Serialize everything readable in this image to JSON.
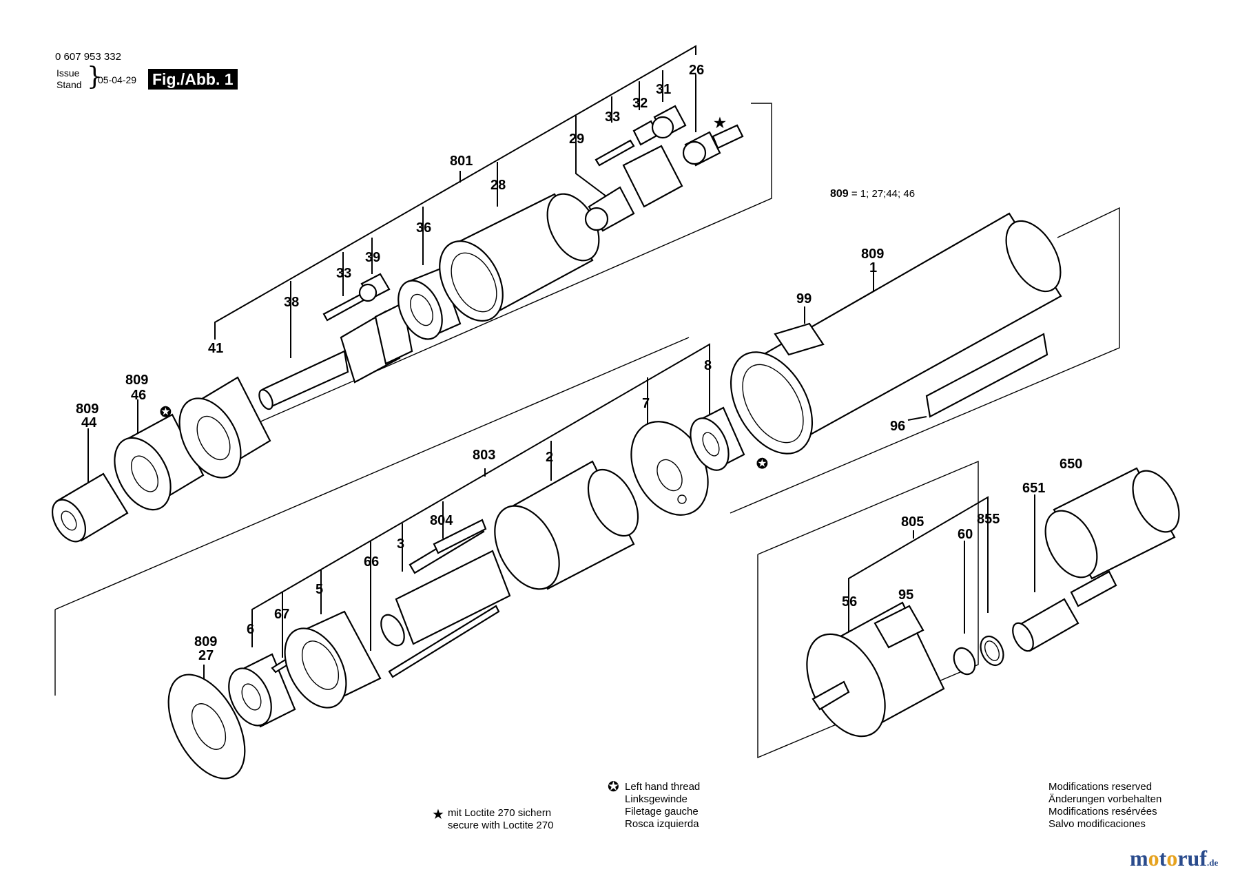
{
  "header": {
    "part_number": "0 607 953 332",
    "issue_label": "Issue",
    "stand_label": "Stand",
    "date": "05-04-29",
    "figure_label": "Fig./Abb. 1"
  },
  "kit_note": {
    "label": "809",
    "contents": "= 1; 27;44; 46"
  },
  "callouts": {
    "c801": "801",
    "c28": "28",
    "c29": "29",
    "c33a": "33",
    "c32": "32",
    "c31": "31",
    "c26": "26",
    "c36": "36",
    "c39": "39",
    "c33b": "33",
    "c38": "38",
    "c41": "41",
    "c809a": "809",
    "c46": "46",
    "c809b": "809",
    "c44": "44",
    "c809c": "809",
    "c1": "1",
    "c99": "99",
    "c96": "96",
    "c8": "8",
    "c7": "7",
    "c803": "803",
    "c2": "2",
    "c804": "804",
    "c3": "3",
    "c66": "66",
    "c5": "5",
    "c67": "67",
    "c6": "6",
    "c809d": "809",
    "c27": "27",
    "c650": "650",
    "c651": "651",
    "c805": "805",
    "c60": "60",
    "c855": "855",
    "c56": "56",
    "c95": "95"
  },
  "symbols": {
    "star_icon": "★",
    "left_thread_icon": "✪"
  },
  "notes": {
    "loctite": [
      "mit Loctite 270 sichern",
      "secure with Loctite 270"
    ],
    "left_thread": [
      "Left hand thread",
      "Linksgewinde",
      "Filetage gauche",
      "Rosca izquierda"
    ],
    "modifications": [
      "Modifications reserved",
      "Änderungen vorbehalten",
      "Modifications resérvées",
      "Salvo modificaciones"
    ]
  },
  "brand": {
    "text_a": "m",
    "text_o1": "o",
    "text_b": "t",
    "text_o2": "o",
    "text_c": "ruf",
    "suffix": ".de"
  }
}
